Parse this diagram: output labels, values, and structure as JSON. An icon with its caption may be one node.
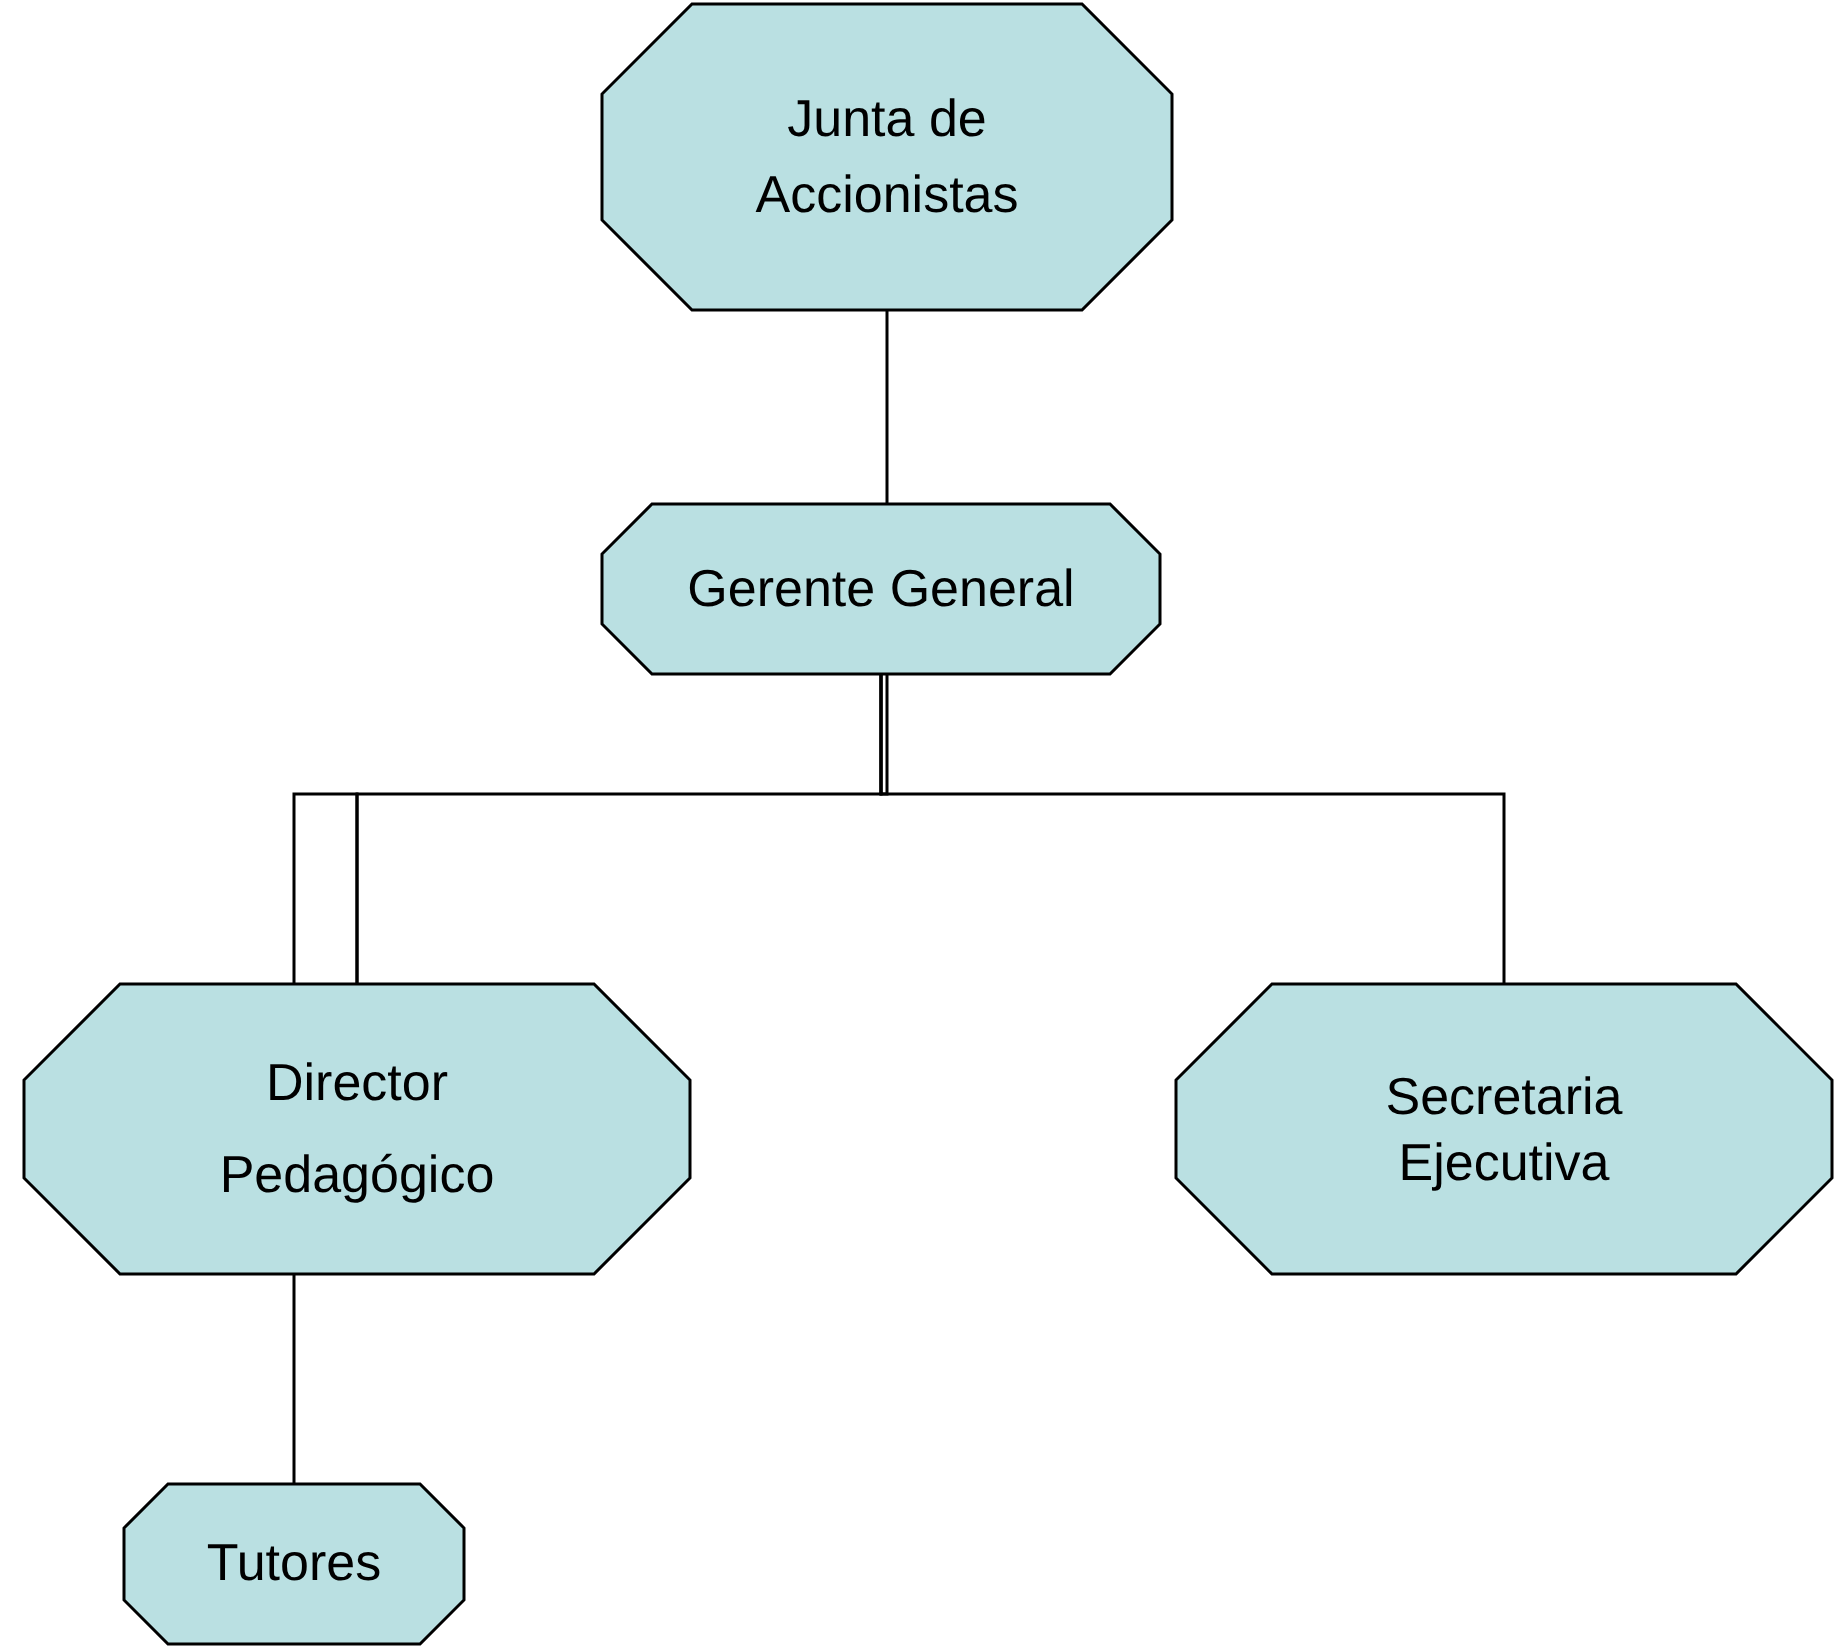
{
  "diagram": {
    "nodes": [
      {
        "text": [
          "Junta de Accionistas"
        ]
      },
      {
        "text": [
          "Gerente General"
        ]
      },
      {
        "text": [
          "Director Pedagógico"
        ]
      },
      {
        "text": [
          "Secretaria Ejecutiva"
        ]
      },
      {
        "text": [
          "Tutores"
        ]
      }
    ],
    "edges": [
      {
        "from": 0,
        "to": 1,
        "arrow": "none"
      },
      {
        "from": 1,
        "to": 2,
        "arrow": "none"
      },
      {
        "from": 1,
        "to": 3,
        "arrow": "none"
      },
      {
        "from": 2,
        "to": 4,
        "arrow": "none"
      }
    ]
  }
}
